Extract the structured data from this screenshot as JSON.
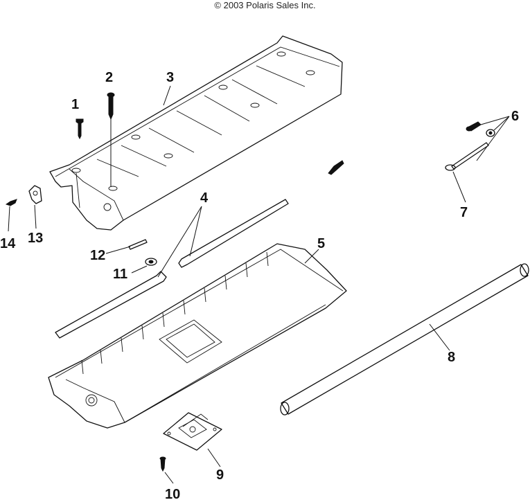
{
  "header": {
    "copyright": "© 2003 Polaris Sales Inc."
  },
  "callouts": {
    "c1": "1",
    "c2": "2",
    "c3": "3",
    "c4": "4",
    "c5": "5",
    "c6": "6",
    "c7": "7",
    "c8": "8",
    "c9": "9",
    "c10": "10",
    "c11": "11",
    "c12": "12",
    "c13": "13",
    "c14": "14"
  }
}
